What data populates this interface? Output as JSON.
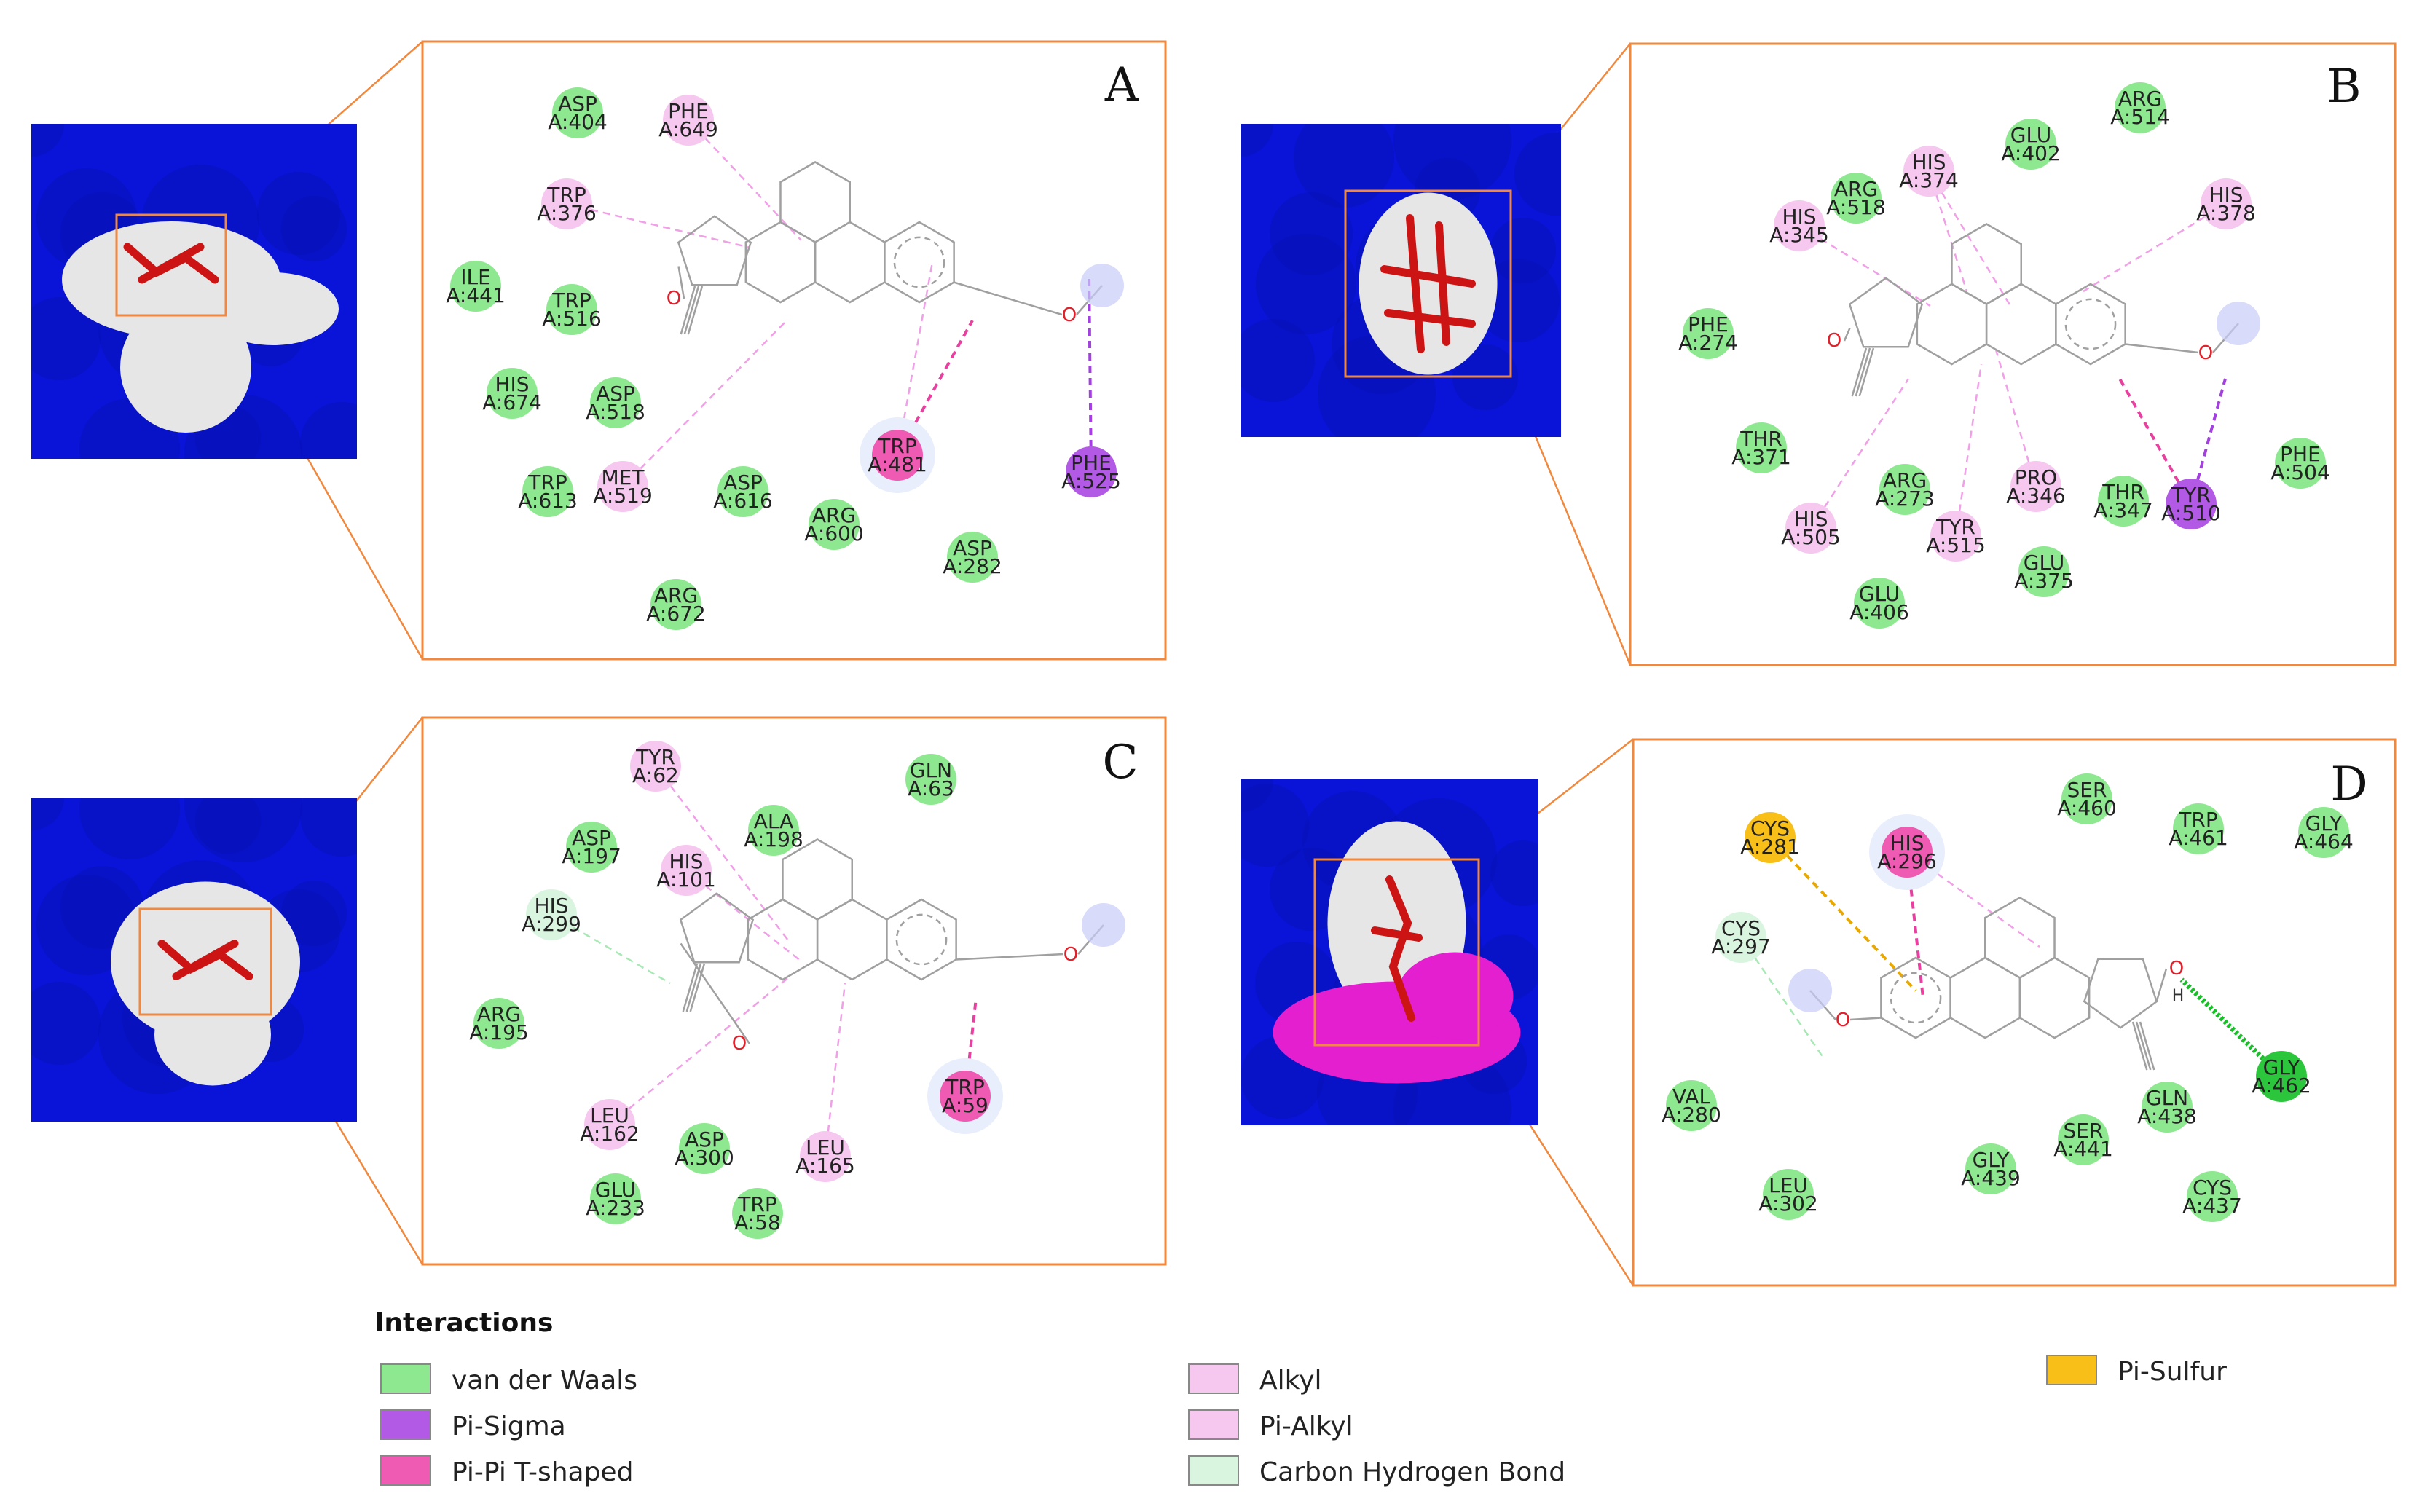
{
  "colors": {
    "frame": "#f0883e",
    "protein_surface": "#0a14d8",
    "pocket": "#e6e6e6",
    "ligand": "#cc1414",
    "bond": "#a0a0a0",
    "oxygen": "#e0202a",
    "van_der_waals": "#8ee890",
    "pi_sigma": "#b25ae6",
    "pi_pi_t_shaped": "#ef5ab2",
    "alkyl": "#f6c8f0",
    "pi_alkyl": "#f6c8f0",
    "carbon_hydrogen_bond": "#d9f5df",
    "pi_sulfur": "#f7bf18",
    "conventional_hbond": "#2cc63c",
    "magenta_surface": "#e31fd0"
  },
  "panels": [
    {
      "letter": "A",
      "residues": [
        {
          "name": "ASP",
          "id": "A:404",
          "type": "vdw"
        },
        {
          "name": "PHE",
          "id": "A:649",
          "type": "alkyl"
        },
        {
          "name": "TRP",
          "id": "A:376",
          "type": "alkyl"
        },
        {
          "name": "ILE",
          "id": "A:441",
          "type": "vdw"
        },
        {
          "name": "TRP",
          "id": "A:516",
          "type": "vdw"
        },
        {
          "name": "HIS",
          "id": "A:674",
          "type": "vdw"
        },
        {
          "name": "ASP",
          "id": "A:518",
          "type": "vdw"
        },
        {
          "name": "TRP",
          "id": "A:613",
          "type": "vdw"
        },
        {
          "name": "MET",
          "id": "A:519",
          "type": "alkyl"
        },
        {
          "name": "ASP",
          "id": "A:616",
          "type": "vdw"
        },
        {
          "name": "TRP",
          "id": "A:481",
          "type": "pipi"
        },
        {
          "name": "PHE",
          "id": "A:525",
          "type": "pisigma"
        },
        {
          "name": "ARG",
          "id": "A:600",
          "type": "vdw"
        },
        {
          "name": "ASP",
          "id": "A:282",
          "type": "vdw"
        },
        {
          "name": "ARG",
          "id": "A:672",
          "type": "vdw"
        }
      ]
    },
    {
      "letter": "B",
      "residues": [
        {
          "name": "ARG",
          "id": "A:514",
          "type": "vdw"
        },
        {
          "name": "GLU",
          "id": "A:402",
          "type": "vdw"
        },
        {
          "name": "HIS",
          "id": "A:374",
          "type": "alkyl"
        },
        {
          "name": "ARG",
          "id": "A:518",
          "type": "vdw"
        },
        {
          "name": "HIS",
          "id": "A:345",
          "type": "alkyl"
        },
        {
          "name": "HIS",
          "id": "A:378",
          "type": "alkyl"
        },
        {
          "name": "PHE",
          "id": "A:274",
          "type": "vdw"
        },
        {
          "name": "THR",
          "id": "A:371",
          "type": "vdw"
        },
        {
          "name": "ARG",
          "id": "A:273",
          "type": "vdw"
        },
        {
          "name": "PRO",
          "id": "A:346",
          "type": "alkyl"
        },
        {
          "name": "THR",
          "id": "A:347",
          "type": "vdw"
        },
        {
          "name": "TYR",
          "id": "A:510",
          "type": "pisigma"
        },
        {
          "name": "PHE",
          "id": "A:504",
          "type": "vdw"
        },
        {
          "name": "HIS",
          "id": "A:505",
          "type": "alkyl"
        },
        {
          "name": "TYR",
          "id": "A:515",
          "type": "alkyl"
        },
        {
          "name": "GLU",
          "id": "A:375",
          "type": "vdw"
        },
        {
          "name": "GLU",
          "id": "A:406",
          "type": "vdw"
        }
      ]
    },
    {
      "letter": "C",
      "residues": [
        {
          "name": "TYR",
          "id": "A:62",
          "type": "alkyl"
        },
        {
          "name": "GLN",
          "id": "A:63",
          "type": "vdw"
        },
        {
          "name": "ASP",
          "id": "A:197",
          "type": "vdw"
        },
        {
          "name": "ALA",
          "id": "A:198",
          "type": "vdw"
        },
        {
          "name": "HIS",
          "id": "A:101",
          "type": "alkyl"
        },
        {
          "name": "HIS",
          "id": "A:299",
          "type": "chb"
        },
        {
          "name": "ARG",
          "id": "A:195",
          "type": "vdw"
        },
        {
          "name": "LEU",
          "id": "A:162",
          "type": "alkyl"
        },
        {
          "name": "ASP",
          "id": "A:300",
          "type": "vdw"
        },
        {
          "name": "LEU",
          "id": "A:165",
          "type": "alkyl"
        },
        {
          "name": "TRP",
          "id": "A:59",
          "type": "pipi"
        },
        {
          "name": "GLU",
          "id": "A:233",
          "type": "vdw"
        },
        {
          "name": "TRP",
          "id": "A:58",
          "type": "vdw"
        }
      ]
    },
    {
      "letter": "D",
      "hydrogen_label": "H",
      "residues": [
        {
          "name": "CYS",
          "id": "A:281",
          "type": "pisulfur"
        },
        {
          "name": "HIS",
          "id": "A:296",
          "type": "pipi"
        },
        {
          "name": "SER",
          "id": "A:460",
          "type": "vdw"
        },
        {
          "name": "TRP",
          "id": "A:461",
          "type": "vdw"
        },
        {
          "name": "GLY",
          "id": "A:464",
          "type": "vdw"
        },
        {
          "name": "CYS",
          "id": "A:297",
          "type": "chb"
        },
        {
          "name": "GLY",
          "id": "A:462",
          "type": "hbond"
        },
        {
          "name": "VAL",
          "id": "A:280",
          "type": "vdw"
        },
        {
          "name": "SER",
          "id": "A:441",
          "type": "vdw"
        },
        {
          "name": "GLN",
          "id": "A:438",
          "type": "vdw"
        },
        {
          "name": "GLY",
          "id": "A:439",
          "type": "vdw"
        },
        {
          "name": "LEU",
          "id": "A:302",
          "type": "vdw"
        },
        {
          "name": "CYS",
          "id": "A:437",
          "type": "vdw"
        }
      ]
    }
  ],
  "oxygen_label": "O",
  "legend": {
    "title": "Interactions",
    "items": [
      {
        "label": "van der Waals",
        "color": "#8ee890"
      },
      {
        "label": "Pi-Sigma",
        "color": "#b25ae6"
      },
      {
        "label": "Pi-Pi T-shaped",
        "color": "#ef5ab2"
      },
      {
        "label": "Alkyl",
        "color": "#f6c8f0"
      },
      {
        "label": "Pi-Alkyl",
        "color": "#f6c8f0"
      },
      {
        "label": "Carbon Hydrogen Bond",
        "color": "#d9f5df"
      },
      {
        "label": "Pi-Sulfur",
        "color": "#f7bf18"
      }
    ]
  }
}
